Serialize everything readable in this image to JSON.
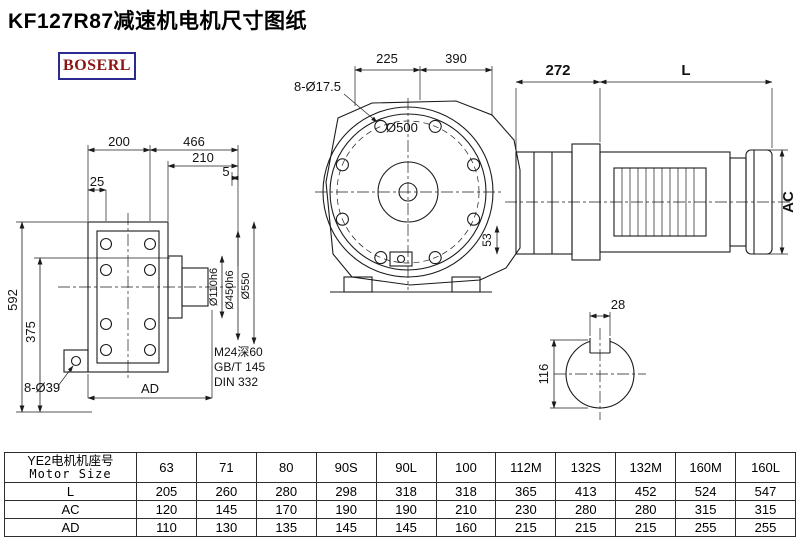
{
  "title": "KF127R87减速机电机尺寸图纸",
  "logo": "BOSERL",
  "colors": {
    "logo_border": "#2b2b8f",
    "logo_text": "#8b1414",
    "line": "#1b1b1b"
  },
  "front": {
    "dim200": "200",
    "dim466": "466",
    "dim210": "210",
    "dim5": "5",
    "dim25": "25",
    "dim592": "592",
    "dim375": "375",
    "holes": "8-Ø39",
    "ad": "AD",
    "note1": "M24深60",
    "note2": "GB/T 145",
    "note3": "DIN 332",
    "dia110": "Ø110h6",
    "dia450": "Ø450h6",
    "dia550": "Ø550"
  },
  "side": {
    "dim225": "225",
    "dim390": "390",
    "holes": "8-Ø17.5",
    "dia500": "Ø500",
    "dim53": "53",
    "dim272": "272",
    "dimL": "L",
    "dimAC": "AC"
  },
  "shaft": {
    "dim28": "28",
    "dim116": "116"
  },
  "table": {
    "header_cn": "YE2电机机座号",
    "header_en": "Motor Size",
    "sizes": [
      "63",
      "71",
      "80",
      "90S",
      "90L",
      "100",
      "112M",
      "132S",
      "132M",
      "160M",
      "160L"
    ],
    "rows": [
      {
        "label": "L",
        "values": [
          "205",
          "260",
          "280",
          "298",
          "318",
          "318",
          "365",
          "413",
          "452",
          "524",
          "547"
        ]
      },
      {
        "label": "AC",
        "values": [
          "120",
          "145",
          "170",
          "190",
          "190",
          "210",
          "230",
          "280",
          "280",
          "315",
          "315"
        ]
      },
      {
        "label": "AD",
        "values": [
          "110",
          "130",
          "135",
          "145",
          "145",
          "160",
          "215",
          "215",
          "215",
          "255",
          "255"
        ]
      }
    ]
  }
}
